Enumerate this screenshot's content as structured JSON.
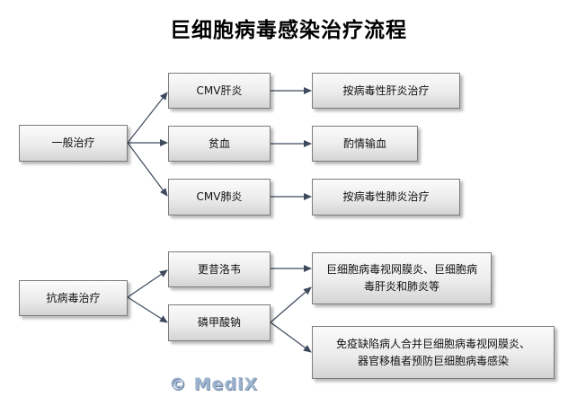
{
  "title": "巨细胞病毒感染治疗流程",
  "watermark": "© MediX",
  "nodes": {
    "general_treatment": "一般治疗",
    "cmv_hepatitis": "CMV肝炎",
    "anemia": "贫血",
    "cmv_pneumonia": "CMV肺炎",
    "viral_hepatitis_treatment": "按病毒性肝炎治疗",
    "transfusion": "酌情输血",
    "viral_pneumonia_treatment": "按病毒性肺炎治疗",
    "antiviral_treatment": "抗病毒治疗",
    "ganciclovir": "更昔洛韦",
    "foscarnet": "磷甲酸钠",
    "indication_retinitis": "巨细胞病毒视网膜炎、巨细胞病毒肝炎和肺炎等",
    "indication_immunodeficiency": "免疫缺陷病人合并巨细胞病毒视网膜炎、器官移植者预防巨细胞病毒感染"
  }
}
